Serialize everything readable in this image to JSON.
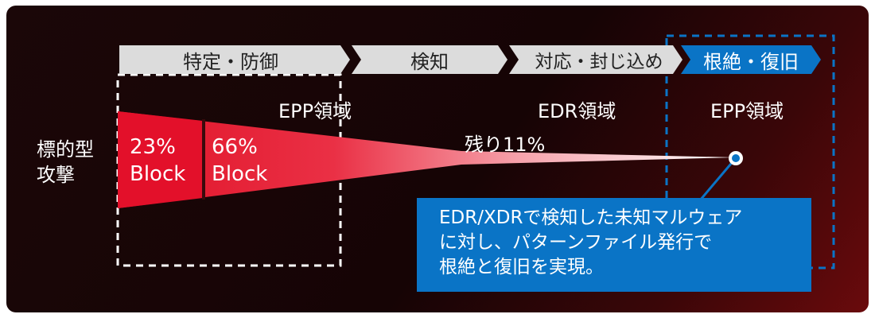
{
  "phases": [
    "特定・防御",
    "検知",
    "対応・封じ込め",
    "根絶・復旧"
  ],
  "regions": [
    "EPP領域",
    "EDR領域",
    "EPP領域"
  ],
  "target": {
    "line1": "標的型",
    "line2": "攻撃"
  },
  "block1": {
    "percent": "23%",
    "label": "Block"
  },
  "block2": {
    "percent": "66%",
    "label": "Block"
  },
  "remaining": "残り11%",
  "callout": {
    "line1": "EDR/XDRで検知した未知マルウェア",
    "line2": "に対し、パターンファイル発行で",
    "line3": "根絶と復旧を実現。"
  },
  "colors": {
    "highlight_blue": "#0a74c6",
    "block_red": "#e3102a",
    "phase_gray": "#dcdcdc"
  }
}
